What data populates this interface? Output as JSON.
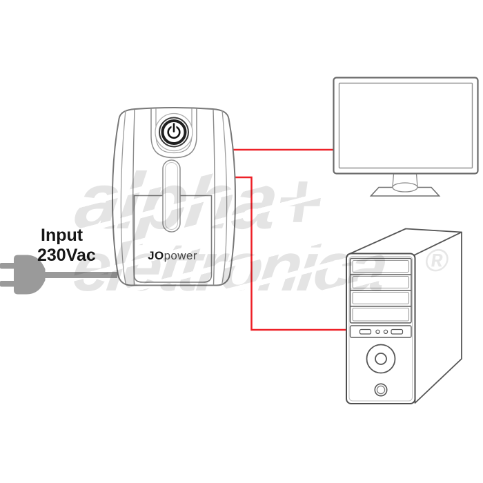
{
  "diagram": {
    "input": {
      "line1": "Input",
      "line2": "230Vac"
    },
    "ups_brand": {
      "bold": "JO",
      "light": "power"
    },
    "watermark": {
      "line1": "alpha+",
      "line2": "elettronica",
      "registered": "®"
    },
    "connections": {
      "color": "#ee2128"
    },
    "cable": {
      "color": "#9a9a9a"
    },
    "icons": {
      "ups_power_button": "power-icon",
      "tower_power_button": "power-button-icon"
    }
  }
}
